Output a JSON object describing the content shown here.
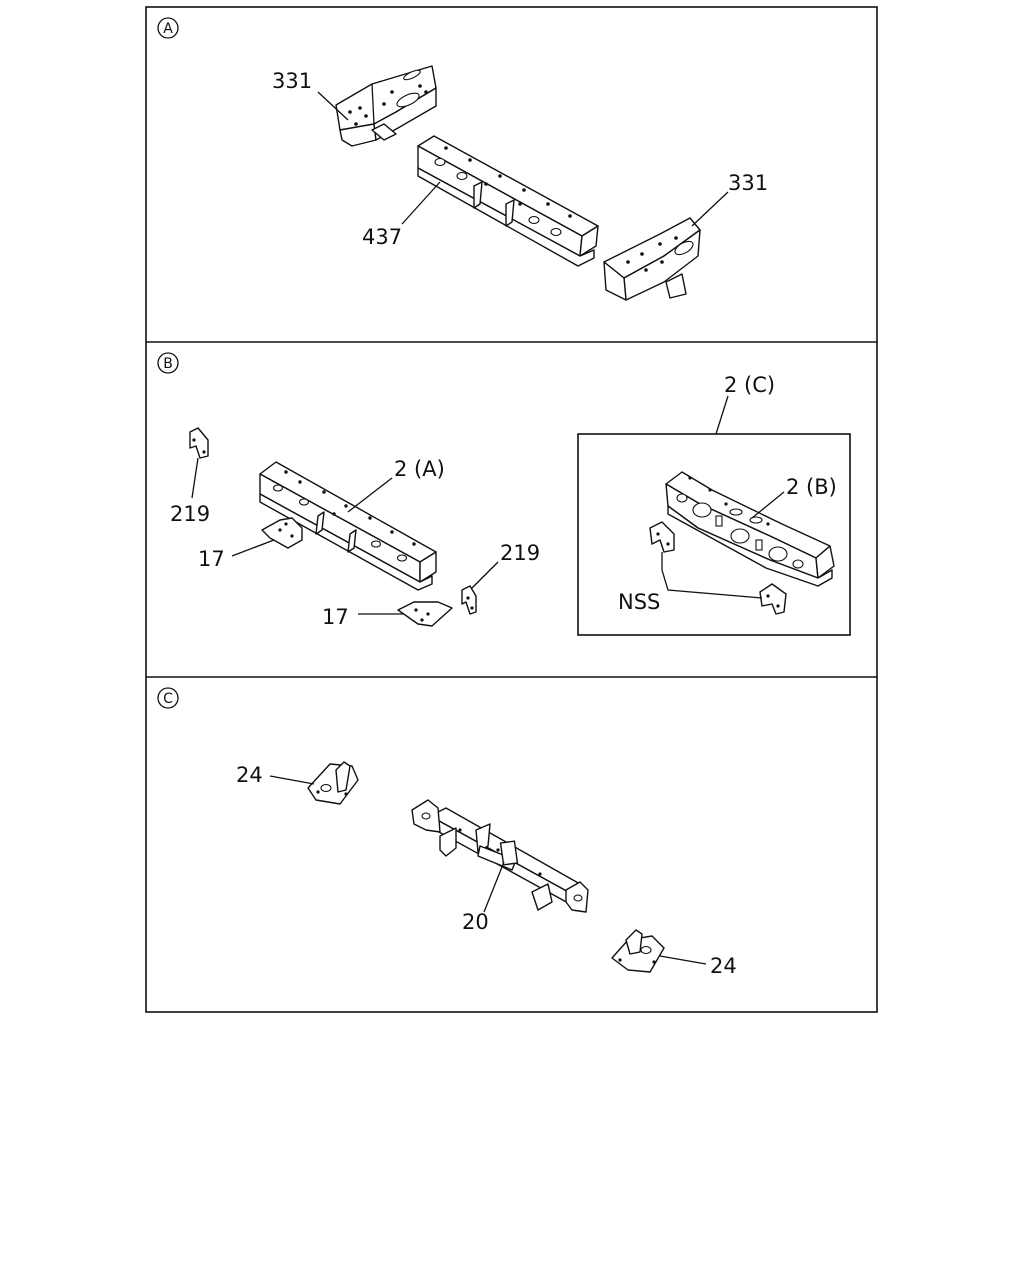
{
  "sections": {
    "a": {
      "marker": "A"
    },
    "b": {
      "marker": "B"
    },
    "c": {
      "marker": "C"
    }
  },
  "callouts": {
    "a_331_left": "331",
    "a_437": "437",
    "a_331_right": "331",
    "b_219_top": "219",
    "b_2a": "2 (A)",
    "b_17_left": "17",
    "b_219_right": "219",
    "b_17_bottom": "17",
    "b_2c": "2 (C)",
    "b_2b": "2 (B)",
    "b_nss": "NSS",
    "c_24_left": "24",
    "c_20": "20",
    "c_24_right": "24"
  }
}
